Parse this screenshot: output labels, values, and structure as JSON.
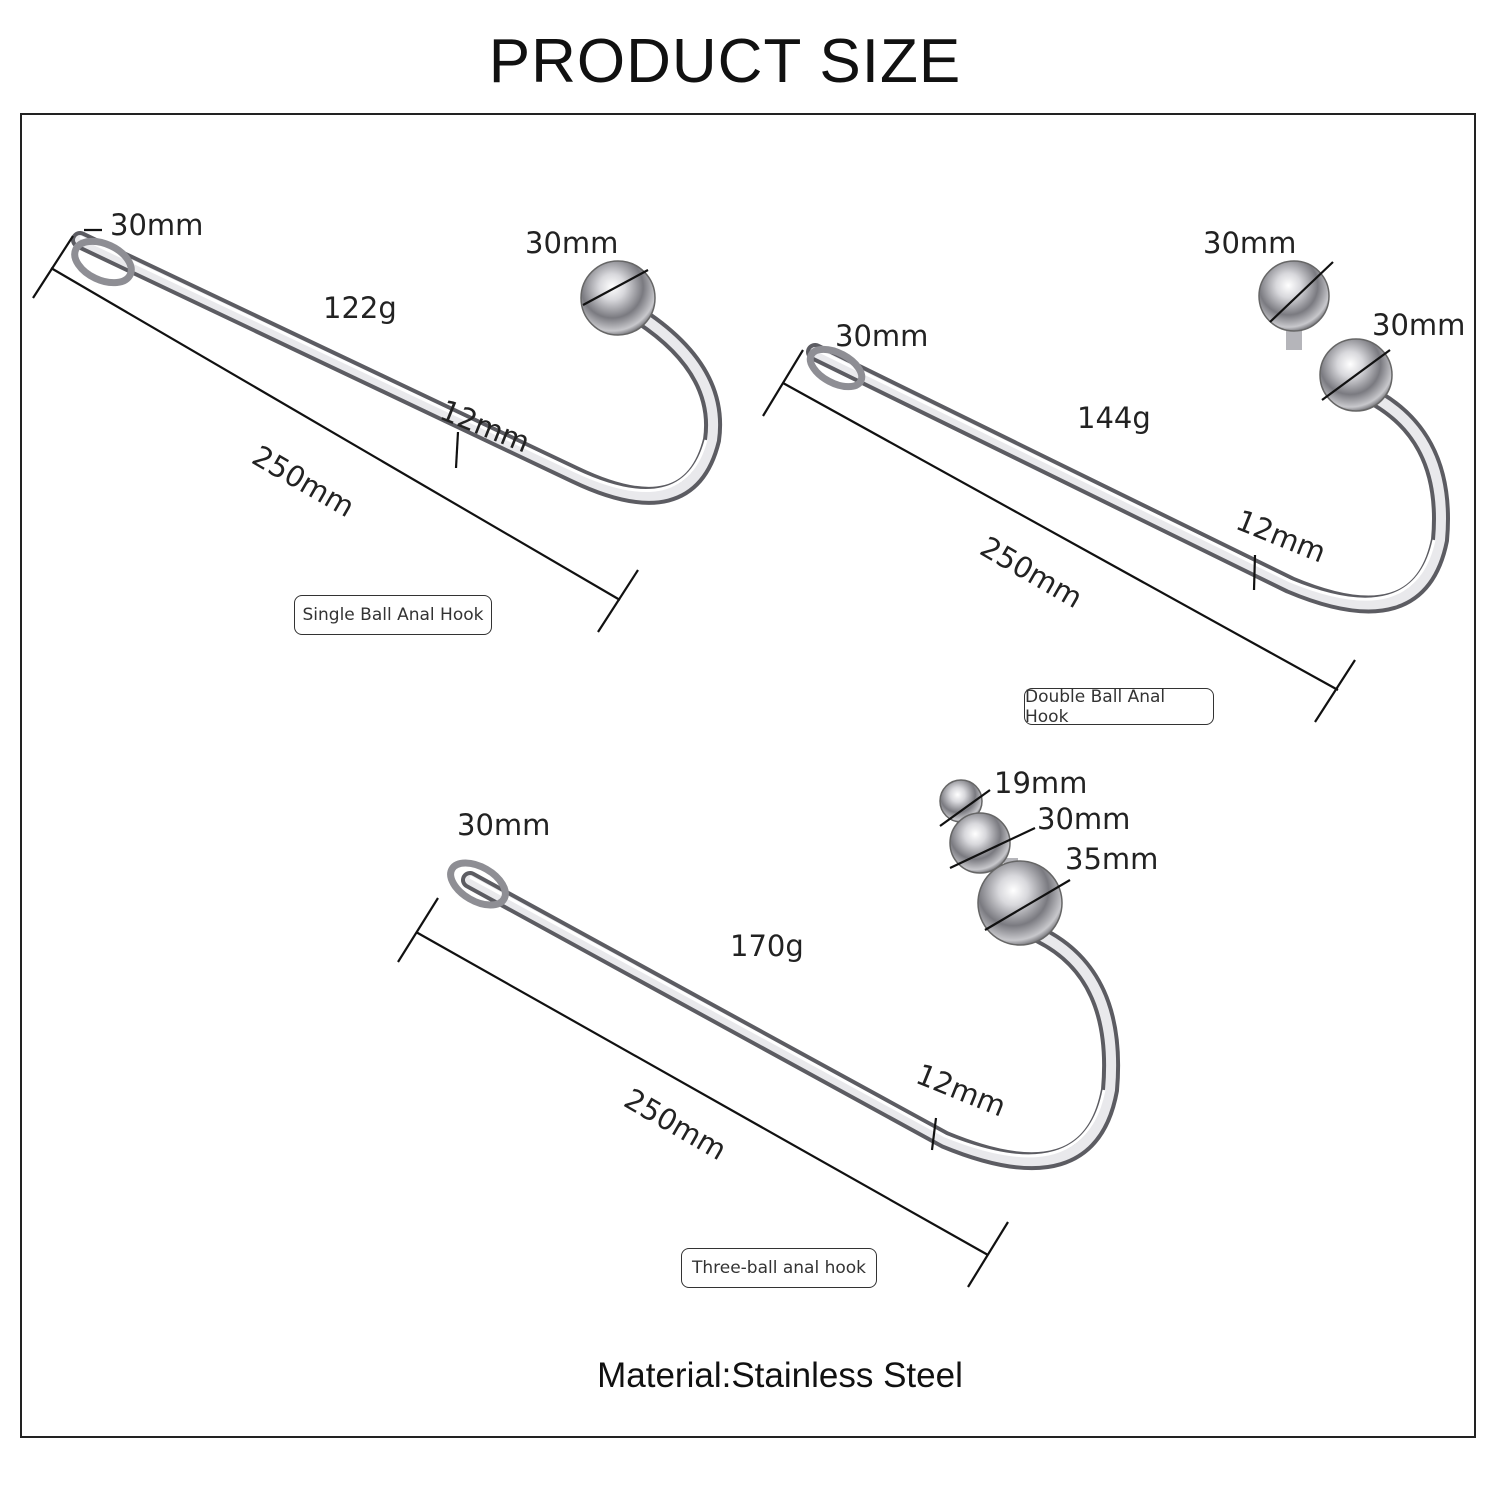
{
  "title": "PRODUCT SIZE",
  "material": "Material:Stainless Steel",
  "colors": {
    "steel_light": "#f4f4f4",
    "steel_mid": "#b9b9bd",
    "steel_dark": "#5a5a60",
    "line": "#111111"
  },
  "products": [
    {
      "name": "Single Ball Anal Hook",
      "weight": "122g",
      "length": "250mm",
      "rod_diameter": "12mm",
      "ring_size": "30mm",
      "ball_sizes": [
        "30mm"
      ]
    },
    {
      "name": "Double Ball Anal Hook",
      "weight": "144g",
      "length": "250mm",
      "rod_diameter": "12mm",
      "ring_size": "30mm",
      "ball_sizes": [
        "30mm",
        "30mm"
      ]
    },
    {
      "name": "Three-ball anal hook",
      "weight": "170g",
      "length": "250mm",
      "rod_diameter": "12mm",
      "ring_size": "30mm",
      "ball_sizes": [
        "19mm",
        "30mm",
        "35mm"
      ]
    }
  ]
}
